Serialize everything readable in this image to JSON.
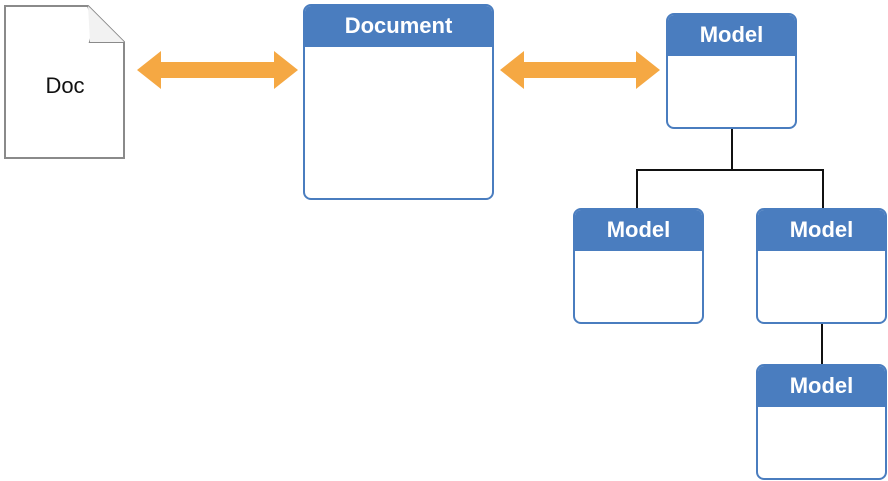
{
  "file": {
    "label": "Doc"
  },
  "document": {
    "title": "Document"
  },
  "models": {
    "top": "Model",
    "left": "Model",
    "right": "Model",
    "bottom": "Model"
  },
  "colors": {
    "box_blue": "#4a7dbf",
    "arrow_orange": "#f5a843",
    "file_outline": "#8a8a8a",
    "connector": "#111111"
  },
  "icons": {
    "file": "file-icon",
    "arrow": "double-arrow-icon"
  }
}
